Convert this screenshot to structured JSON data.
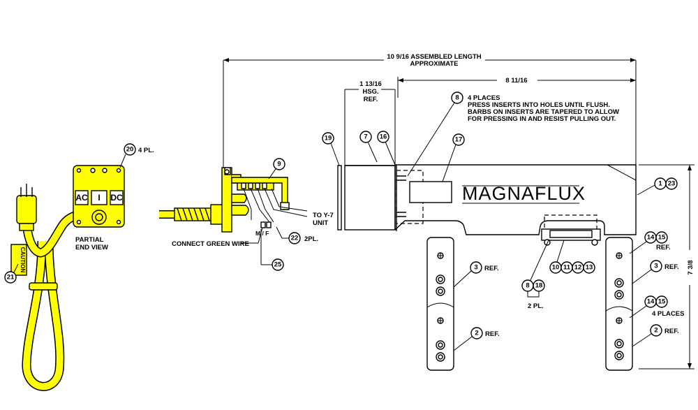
{
  "dimensions": {
    "assembled_length": "10 9/16 ASSEMBLED LENGTH",
    "assembled_length_note": "APPROXIMATE",
    "housing_ref_value": "1 13/16",
    "housing_ref_line2": "HSG.",
    "housing_ref_line3": "REF.",
    "body_length": "8 11/16",
    "height": "7 3/8"
  },
  "notes": {
    "line1": "4 PLACES",
    "line2": "PRESS INSERTS INTO HOLES UNTIL FLUSH.",
    "line3": "BARBS ON INSERTS ARE TAPERED TO ALLOW",
    "line4": "FOR PRESSING IN AND RESIST PULLING OUT."
  },
  "brand": "MAGNAFLUX",
  "switch": {
    "left": "AC",
    "center": "I",
    "right": "DC"
  },
  "labels": {
    "partial_line1": "PARTIAL",
    "partial_line2": "END VIEW",
    "four_pl": "4 PL.",
    "to_y7_line1": "TO Y-7",
    "to_y7_line2": "UNIT",
    "connect_green": "CONNECT GREEN WIRE",
    "mf": "M / F",
    "two_pl_22": "2PL.",
    "caution": "CAUTION",
    "ref_3_left": "REF.",
    "ref_2_left": "REF.",
    "two_pl_8": "2 PL.",
    "ref_14": "REF.",
    "ref_3_right": "REF.",
    "four_places": "4 PLACES",
    "ref_2_right": "REF."
  },
  "callouts": {
    "c19": "19",
    "c7": "7",
    "c16": "16",
    "c8": "8",
    "c17": "17",
    "c1": "1",
    "c23": "23",
    "c9": "9",
    "c20": "20",
    "c21": "21",
    "c22": "22",
    "c25": "25",
    "c3a": "3",
    "c2a": "2",
    "c8b": "8",
    "c18": "18",
    "c10": "10",
    "c11": "11",
    "c12": "12",
    "c13": "13",
    "c14a": "14",
    "c15a": "15",
    "c3b": "3",
    "c14b": "14",
    "c15b": "15",
    "c2b": "2"
  },
  "colors": {
    "cord": "#ffff00",
    "line": "#000000"
  }
}
